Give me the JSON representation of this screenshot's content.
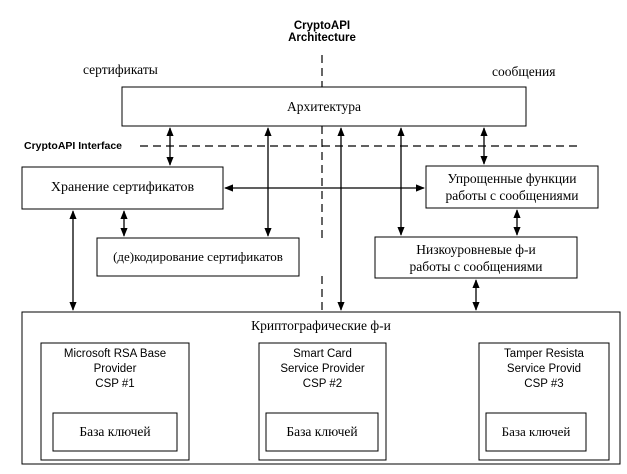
{
  "title": {
    "line1": "CryptoAPI",
    "line2": "Architecture"
  },
  "corner_labels": {
    "left": "сертификаты",
    "right": "сообщения"
  },
  "interface_label": "CryptoAPI Interface",
  "boxes": {
    "architecture": "Архитектура",
    "cert_storage": "Хранение сертификатов",
    "simplified_msg": {
      "line1": "Упрощенные функции",
      "line2": "работы с сообщениями"
    },
    "low_level_msg": {
      "line1": "Низкоуровневые ф-и",
      "line2": "работы с сообщениями"
    },
    "cert_decoding": "(де)кодирование сертификатов",
    "crypto_functions": "Криптографические ф-и"
  },
  "providers": [
    {
      "line1": "Microsoft RSA Base",
      "line2": "Provider",
      "line3": "CSP #1",
      "key_db": "База ключей"
    },
    {
      "line1": "Smart Card",
      "line2": "Service Provider",
      "line3": "CSP #2",
      "key_db": "База ключей"
    },
    {
      "line1": "Tamper Resista",
      "line2": "Service Provid",
      "line3": "CSP #3",
      "key_db": "База ключей"
    }
  ]
}
